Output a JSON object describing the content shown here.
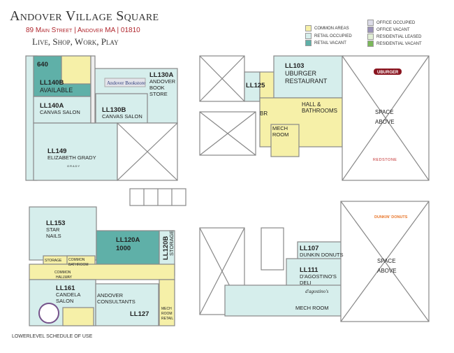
{
  "header": {
    "title": "Andover Village Square",
    "address": "89 Main Street | Andover MA | 01810",
    "tagline": "Live, Shop, Work, Play"
  },
  "legend": [
    {
      "label": "COMMON AREAS",
      "color": "#f6f0a8"
    },
    {
      "label": "RETAIL OCCUPIED",
      "color": "#d6eeec"
    },
    {
      "label": "RETAIL VACANT",
      "color": "#5fb0a8"
    },
    {
      "label": "OFFICE OCCUPIED",
      "color": "#dcdce8"
    },
    {
      "label": "OFFICE VACANT",
      "color": "#9a92b8"
    },
    {
      "label": "RESIDENTIAL LEASED",
      "color": "#e2f0d6"
    },
    {
      "label": "RESIDENTIAL VACANT",
      "color": "#7bb85a"
    }
  ],
  "plans": {
    "top_left": {
      "u640": "640",
      "ll140b": "LL140B",
      "ll140b_status": "AVAILABLE",
      "ll140a": "LL140A",
      "ll140a_t": "CANVAS SALON",
      "ll130a": "LL130A",
      "ll130a_t1": "ANDOVER",
      "ll130a_t2": "BOOK",
      "ll130a_t3": "STORE",
      "ll130b": "LL130B",
      "ll130b_t": "CANVAS SALON",
      "ll149": "LL149",
      "ll149_t": "ELIZABETH GRADY",
      "bookstore_logo": "Andover Bookstore",
      "grady_logo": "GRADY"
    },
    "top_right": {
      "ll125": "LL125",
      "ll103": "LL103",
      "ll103_t1": "UBURGER",
      "ll103_t2": "RESTAURANT",
      "hall1": "HALL &",
      "hall2": "BATHROOMS",
      "br": "BR",
      "mech1": "MECH",
      "mech2": "ROOM",
      "space1": "SPACE",
      "space2": "ABOVE",
      "uburger_logo": "UBURGER",
      "redstone_logo": "REDSTONE"
    },
    "bottom_left": {
      "ll153": "LL153",
      "ll153_t1": "STAR",
      "ll153_t2": "NAILS",
      "ll120a": "LL120A",
      "ll120a_sf": "1000",
      "ll120b": "LL120B",
      "ll120b_t": "STORAGE",
      "storage": "STORAGE",
      "cb1": "COMMON",
      "cb2": "BATHROOM",
      "ch1": "COMMON",
      "ch2": "HALLWAY",
      "ll161": "LL161",
      "ll161_t1": "CANDELA",
      "ll161_t2": "SALON",
      "ac1": "ANDOVER",
      "ac2": "CONSULTANTS",
      "ll127": "LL127",
      "mr1": "MECH",
      "mr2": "ROOM",
      "mr3": "RETAIL"
    },
    "bottom_right": {
      "ll107": "LL107",
      "ll107_t": "DUNKIN DONUTS",
      "ll111": "LL111",
      "ll111_t1": "D'AGOSTINO'S",
      "ll111_t2": "DELI",
      "mech": "MECH ROOM",
      "space1": "SPACE",
      "space2": "ABOVE",
      "dunkin_logo": "DUNKIN' DONUTS",
      "dago_logo": "d'agostino's"
    }
  },
  "footer": "LOWERLEVEL SCHEDULE OF USE"
}
